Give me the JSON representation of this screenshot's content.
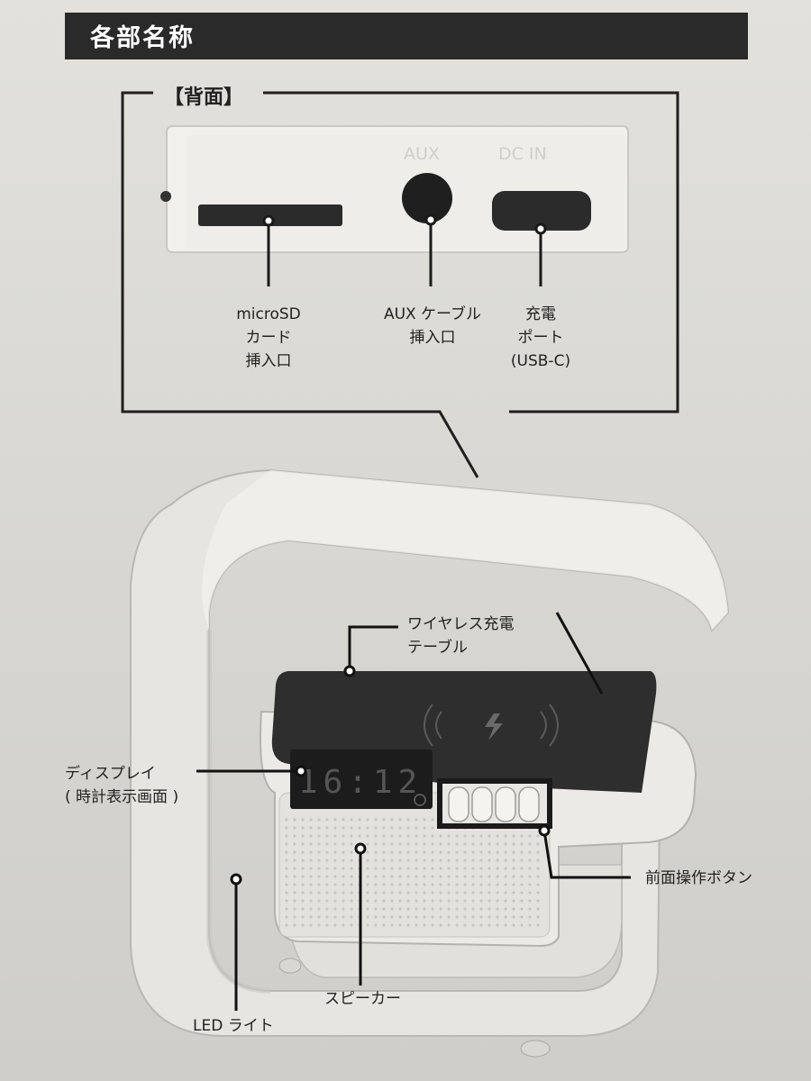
{
  "header": {
    "title": "各部名称"
  },
  "rear": {
    "section_label": "【背面】",
    "port_markings": {
      "aux": "AUX",
      "dcin": "DC IN"
    },
    "microsd": {
      "line1": "microSD",
      "line2": "カード",
      "line3": "挿入口"
    },
    "aux": {
      "line1": "AUX ケーブル",
      "line2": "挿入口"
    },
    "charge": {
      "line1": "充電",
      "line2": "ポート",
      "line3": "(USB-C)"
    }
  },
  "front": {
    "wireless": {
      "line1": "ワイヤレス充電",
      "line2": "テーブル"
    },
    "display": {
      "line1": "ディスプレイ",
      "line2": "( 時計表示画面 )"
    },
    "buttons": {
      "label": "前面操作ボタン"
    },
    "led": {
      "label": "LED ライト"
    },
    "speaker": {
      "label": "スピーカー"
    },
    "clock_digits": "16:12"
  },
  "colors": {
    "header_bg": "#2a2a2a",
    "panel_bg": "#f1f0ec",
    "device_body": "#e9e8e4",
    "display_bg": "#1c1c1c"
  }
}
